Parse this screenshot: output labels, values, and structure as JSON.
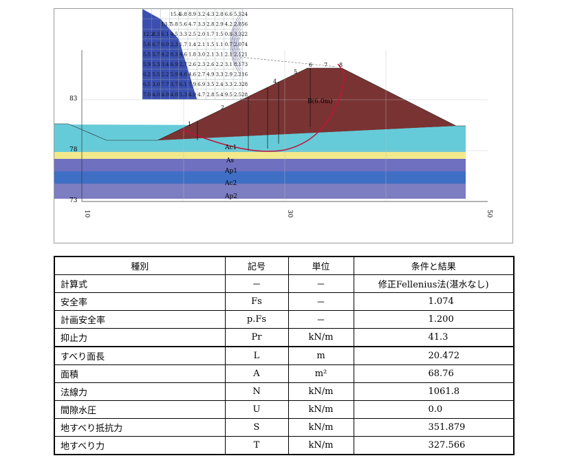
{
  "figure": {
    "y_ticks": [
      "83",
      "78",
      "73"
    ],
    "x_ticks": [
      "10",
      "30",
      "50"
    ],
    "layers": [
      "Ac1",
      "As",
      "Ap1",
      "Ac2",
      "Ap2"
    ],
    "slip_label": "B(6.0m)",
    "slice_numbers": [
      "1",
      "2",
      "4",
      "5",
      "6",
      "7",
      "8"
    ],
    "colors": {
      "embankment": "#7a3333",
      "ac1": "#66cbd8",
      "as": "#f2e98c",
      "ap1": "#7070c0",
      "ac2": "#3f6fc4",
      "ap2": "#7d7dc2",
      "grid_dark": "#3a4fb0",
      "grid_light": "#ffffff",
      "slip_circle": "#c0143c"
    },
    "grid_values": [
      [
        "",
        "",
        "",
        "15.4",
        "6.8",
        "8.9",
        "3.2",
        "4.3",
        "2.8",
        "6.6",
        "5.524"
      ],
      [
        "",
        "",
        "13.7",
        "5.8",
        "5.6",
        "4.7",
        "3.3",
        "2.8",
        "2.9",
        "4.2",
        "2.856"
      ],
      [
        "12.2",
        "8.3",
        "6.1",
        "4.5",
        "3.3",
        "2.5",
        "2.0",
        "1.7",
        "1.5",
        "0.8",
        "3.322"
      ],
      [
        "5.6",
        "6.7",
        "0.0",
        "2.3",
        "1.7",
        "1.4",
        "2.1",
        "1.5",
        "1.1",
        "0.7",
        "2.074"
      ],
      [
        "5.5",
        "5.7",
        "4.2",
        "0.3",
        "4.6",
        "1.8",
        "3.0",
        "2.1",
        "3.1",
        "2.1",
        "2.121"
      ],
      [
        "5.9",
        "5.3",
        "3.4",
        "6.9",
        "2.7",
        "2.6",
        "2.3",
        "2.6",
        "2.2",
        "3.1",
        "8.173"
      ],
      [
        "6.2",
        "5.5",
        "2.2",
        "5.9",
        "4.0",
        "4.6",
        "2.7",
        "4.9",
        "3.3",
        "2.9",
        "2.216"
      ],
      [
        "6.5",
        "3.0",
        "7.7",
        "3.7",
        "6.1",
        "7.9",
        "6.9",
        "3.5",
        "2.4",
        "3.3",
        "2.328"
      ],
      [
        "7.0",
        "4.0",
        "4.0",
        "4.0",
        "5.3",
        "4.9",
        "4.7",
        "2.8",
        "5.4",
        "9.5",
        "2.528"
      ]
    ]
  },
  "table": {
    "headers": [
      "種別",
      "記号",
      "単位",
      "条件と結果"
    ],
    "rows": [
      [
        "計算式",
        "－",
        "－",
        "修正Fellenius法(湛水なし)"
      ],
      [
        "安全率",
        "Fs",
        "－",
        "1.074"
      ],
      [
        "計画安全率",
        "p.Fs",
        "－",
        "1.200"
      ],
      [
        "抑止力",
        "Pr",
        "kN/m",
        "41.3"
      ],
      [
        "すべり面長",
        "L",
        "m",
        "20.472"
      ],
      [
        "面積",
        "A",
        "m²",
        "68.76"
      ],
      [
        "法線力",
        "N",
        "kN/m",
        "1061.8"
      ],
      [
        "間隙水圧",
        "U",
        "kN/m",
        "0.0"
      ],
      [
        "地すべり抵抗力",
        "S",
        "kN/m",
        "351.879"
      ],
      [
        "地すべり力",
        "T",
        "kN/m",
        "327.566"
      ]
    ]
  }
}
